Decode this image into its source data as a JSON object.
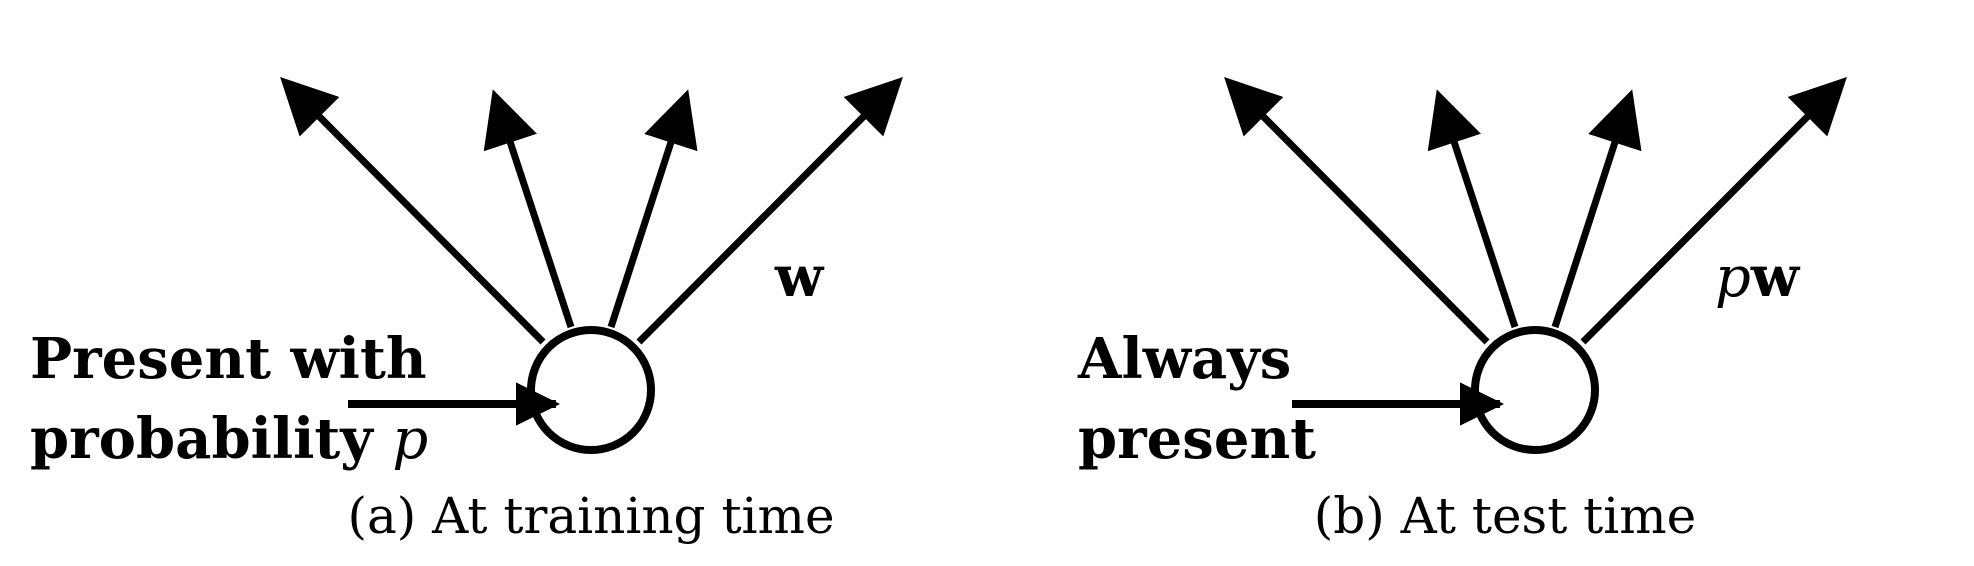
{
  "panel_a": {
    "caption": "(a) At training time",
    "input_label_line1": "Present with",
    "input_label_line2": "probability ",
    "input_label_var": "p",
    "weight_label": "w"
  },
  "panel_b": {
    "caption": "(b) At test time",
    "input_label_line1": "Always",
    "input_label_line2": "present",
    "weight_prefix": "p",
    "weight_label": "w"
  },
  "colors": {
    "stroke": "#000000",
    "background": "#ffffff"
  }
}
